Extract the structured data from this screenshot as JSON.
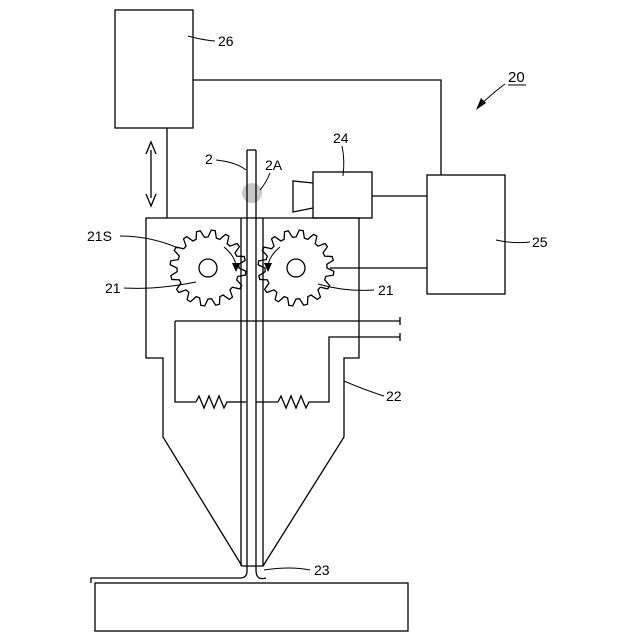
{
  "figure": {
    "label": "20"
  },
  "labels": {
    "controller_top": "26",
    "controller_right": "25",
    "camera": "24",
    "filament": "2",
    "filament_point": "2A",
    "gear_surface": "21S",
    "gear_left": "21",
    "gear_right": "21",
    "nozzle_head": "22",
    "nozzle_tip": "23"
  },
  "colors": {
    "line": "#000000",
    "background": "#ffffff",
    "spot": "#9a9a9a"
  }
}
